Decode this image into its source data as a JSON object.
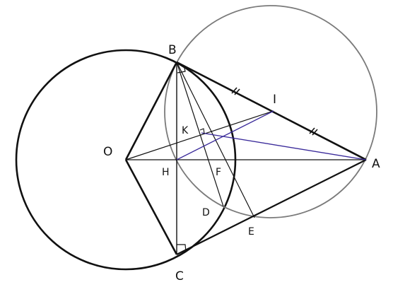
{
  "colors": {
    "stroke": "#111111",
    "circle_gray": "#7a7a7a",
    "accent_purple": "#3a2a9a"
  },
  "labels": {
    "B": "B",
    "O": "O",
    "C": "C",
    "A": "A",
    "I": "I",
    "K": "K",
    "H": "H",
    "F": "F",
    "D": "D",
    "E": "E"
  }
}
